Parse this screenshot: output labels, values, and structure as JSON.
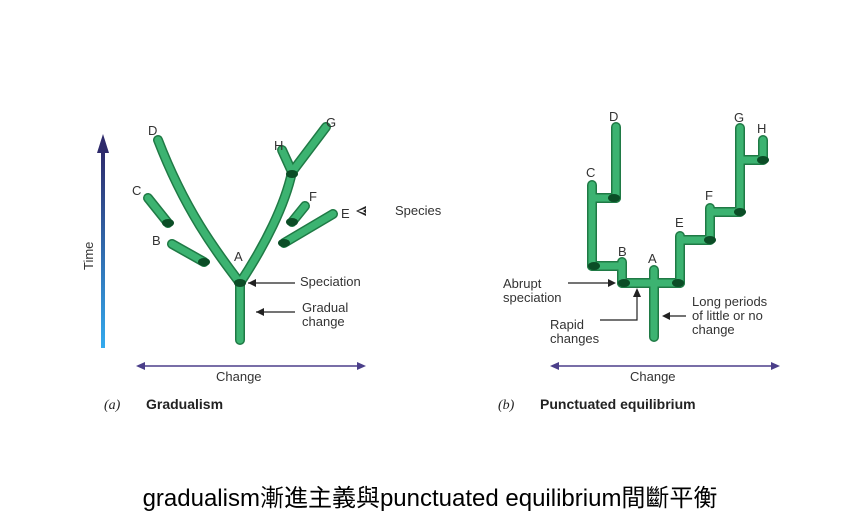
{
  "colors": {
    "branch": "#3cb371",
    "branch_edge": "#1f7a45",
    "node": "#0b4d26",
    "time_arrow_top": "#2e2a6b",
    "time_arrow_bottom": "#33aaee",
    "change_arrow": "#4b3f8a",
    "pointer": "#222222"
  },
  "left_panel": {
    "time_label": "Time",
    "change_label": "Change",
    "title_letter": "(a)",
    "title_text": "Gradualism",
    "species": [
      "D",
      "C",
      "B",
      "A",
      "H",
      "F",
      "E",
      "G"
    ],
    "species_label": "Species",
    "speciation_label": "Speciation",
    "gradual_line1": "Gradual",
    "gradual_line2": "change"
  },
  "right_panel": {
    "change_label": "Change",
    "title_letter": "(b)",
    "title_text": "Punctuated equilibrium",
    "species": [
      "D",
      "C",
      "B",
      "A",
      "E",
      "F",
      "G",
      "H"
    ],
    "abrupt_line1": "Abrupt",
    "abrupt_line2": "speciation",
    "rapid_line1": "Rapid",
    "rapid_line2": "changes",
    "long_line1": "Long periods",
    "long_line2": "of little or no",
    "long_line3": "change"
  },
  "caption": "gradualism漸進主義與punctuated equilibrium間斷平衡"
}
